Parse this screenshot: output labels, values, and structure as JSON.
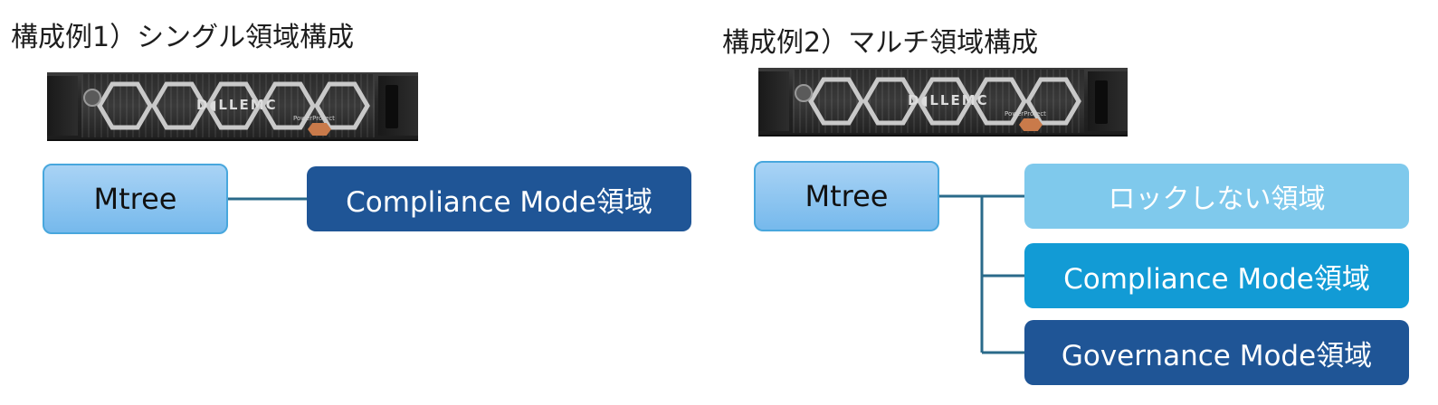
{
  "example1": {
    "title": "構成例1）シングル領域構成",
    "mtree_label": "Mtree",
    "area_label": "Compliance Mode領域"
  },
  "example2": {
    "title": "構成例2）マルチ領域構成",
    "mtree_label": "Mtree",
    "areas": [
      {
        "label": "ロックしない領域",
        "color": "#7fc9ec"
      },
      {
        "label": "Compliance Mode領域",
        "color": "#129bd5"
      },
      {
        "label": "Governance Mode領域",
        "color": "#1f5596"
      }
    ]
  },
  "server": {
    "brand": "D◖LLEMC",
    "product": "PowerProtect"
  },
  "colors": {
    "mtree_fill": "#8ec7f1",
    "mtree_border": "#48a7dd",
    "connector": "#2a6a8a"
  }
}
